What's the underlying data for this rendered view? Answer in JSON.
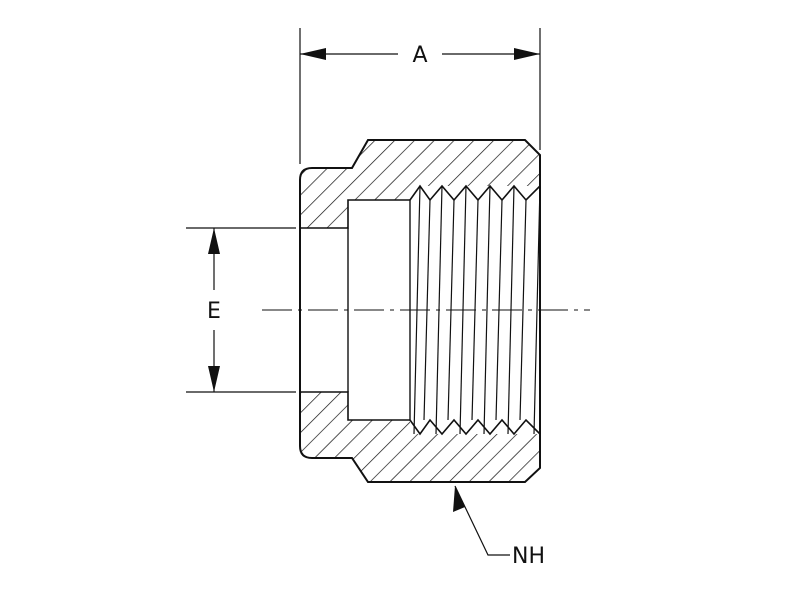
{
  "diagram": {
    "dimension_labels": {
      "length": "A",
      "bore": "E"
    },
    "callout_label": "NH",
    "colors": {
      "line": "#111111",
      "background": "#ffffff"
    }
  }
}
